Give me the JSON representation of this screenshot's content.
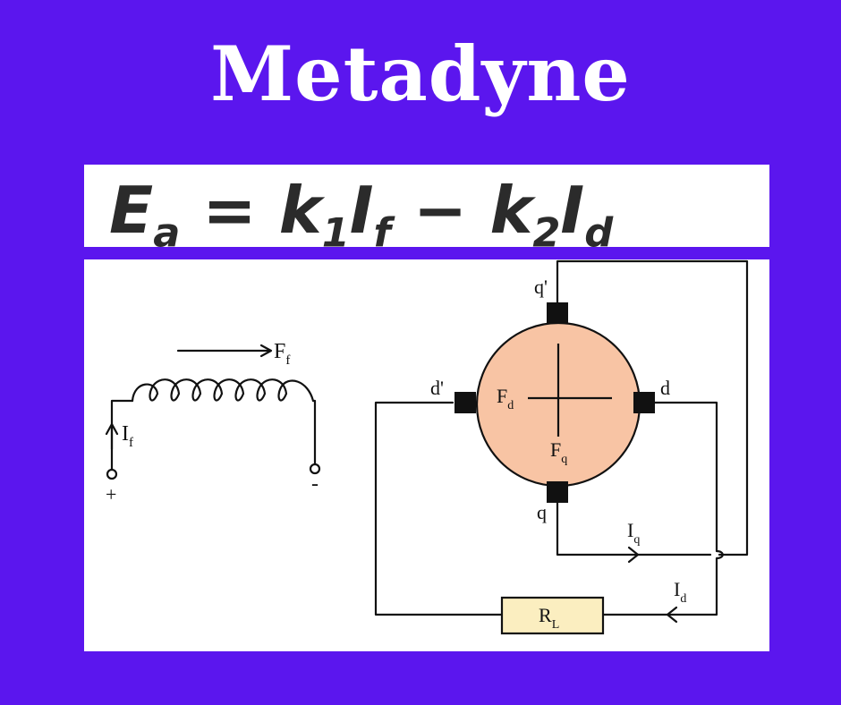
{
  "title": "Metadyne",
  "equation": {
    "lhs": "E",
    "lhs_sub": "a",
    "equals": "=",
    "k1": "k",
    "k1_sub": "1",
    "i1": "I",
    "i1_sub": "f",
    "minus": "−",
    "k2": "k",
    "k2_sub": "2",
    "i2": "I",
    "i2_sub": "d"
  },
  "circuit": {
    "field_force": "F",
    "field_force_sub": "f",
    "field_current": "I",
    "field_current_sub": "f",
    "plus": "+",
    "minus": "-",
    "brush_q_prime": "q'",
    "brush_d_prime": "d'",
    "brush_d": "d",
    "brush_q": "q",
    "direct_force": "F",
    "direct_force_sub": "d",
    "quad_force": "F",
    "quad_force_sub": "q",
    "quad_current": "I",
    "quad_current_sub": "q",
    "direct_current": "I",
    "direct_current_sub": "d",
    "load": "R",
    "load_sub": "L"
  },
  "colors": {
    "background": "#5b16ee",
    "rotor": "#f8c4a4",
    "load_box": "#fbeec0"
  }
}
